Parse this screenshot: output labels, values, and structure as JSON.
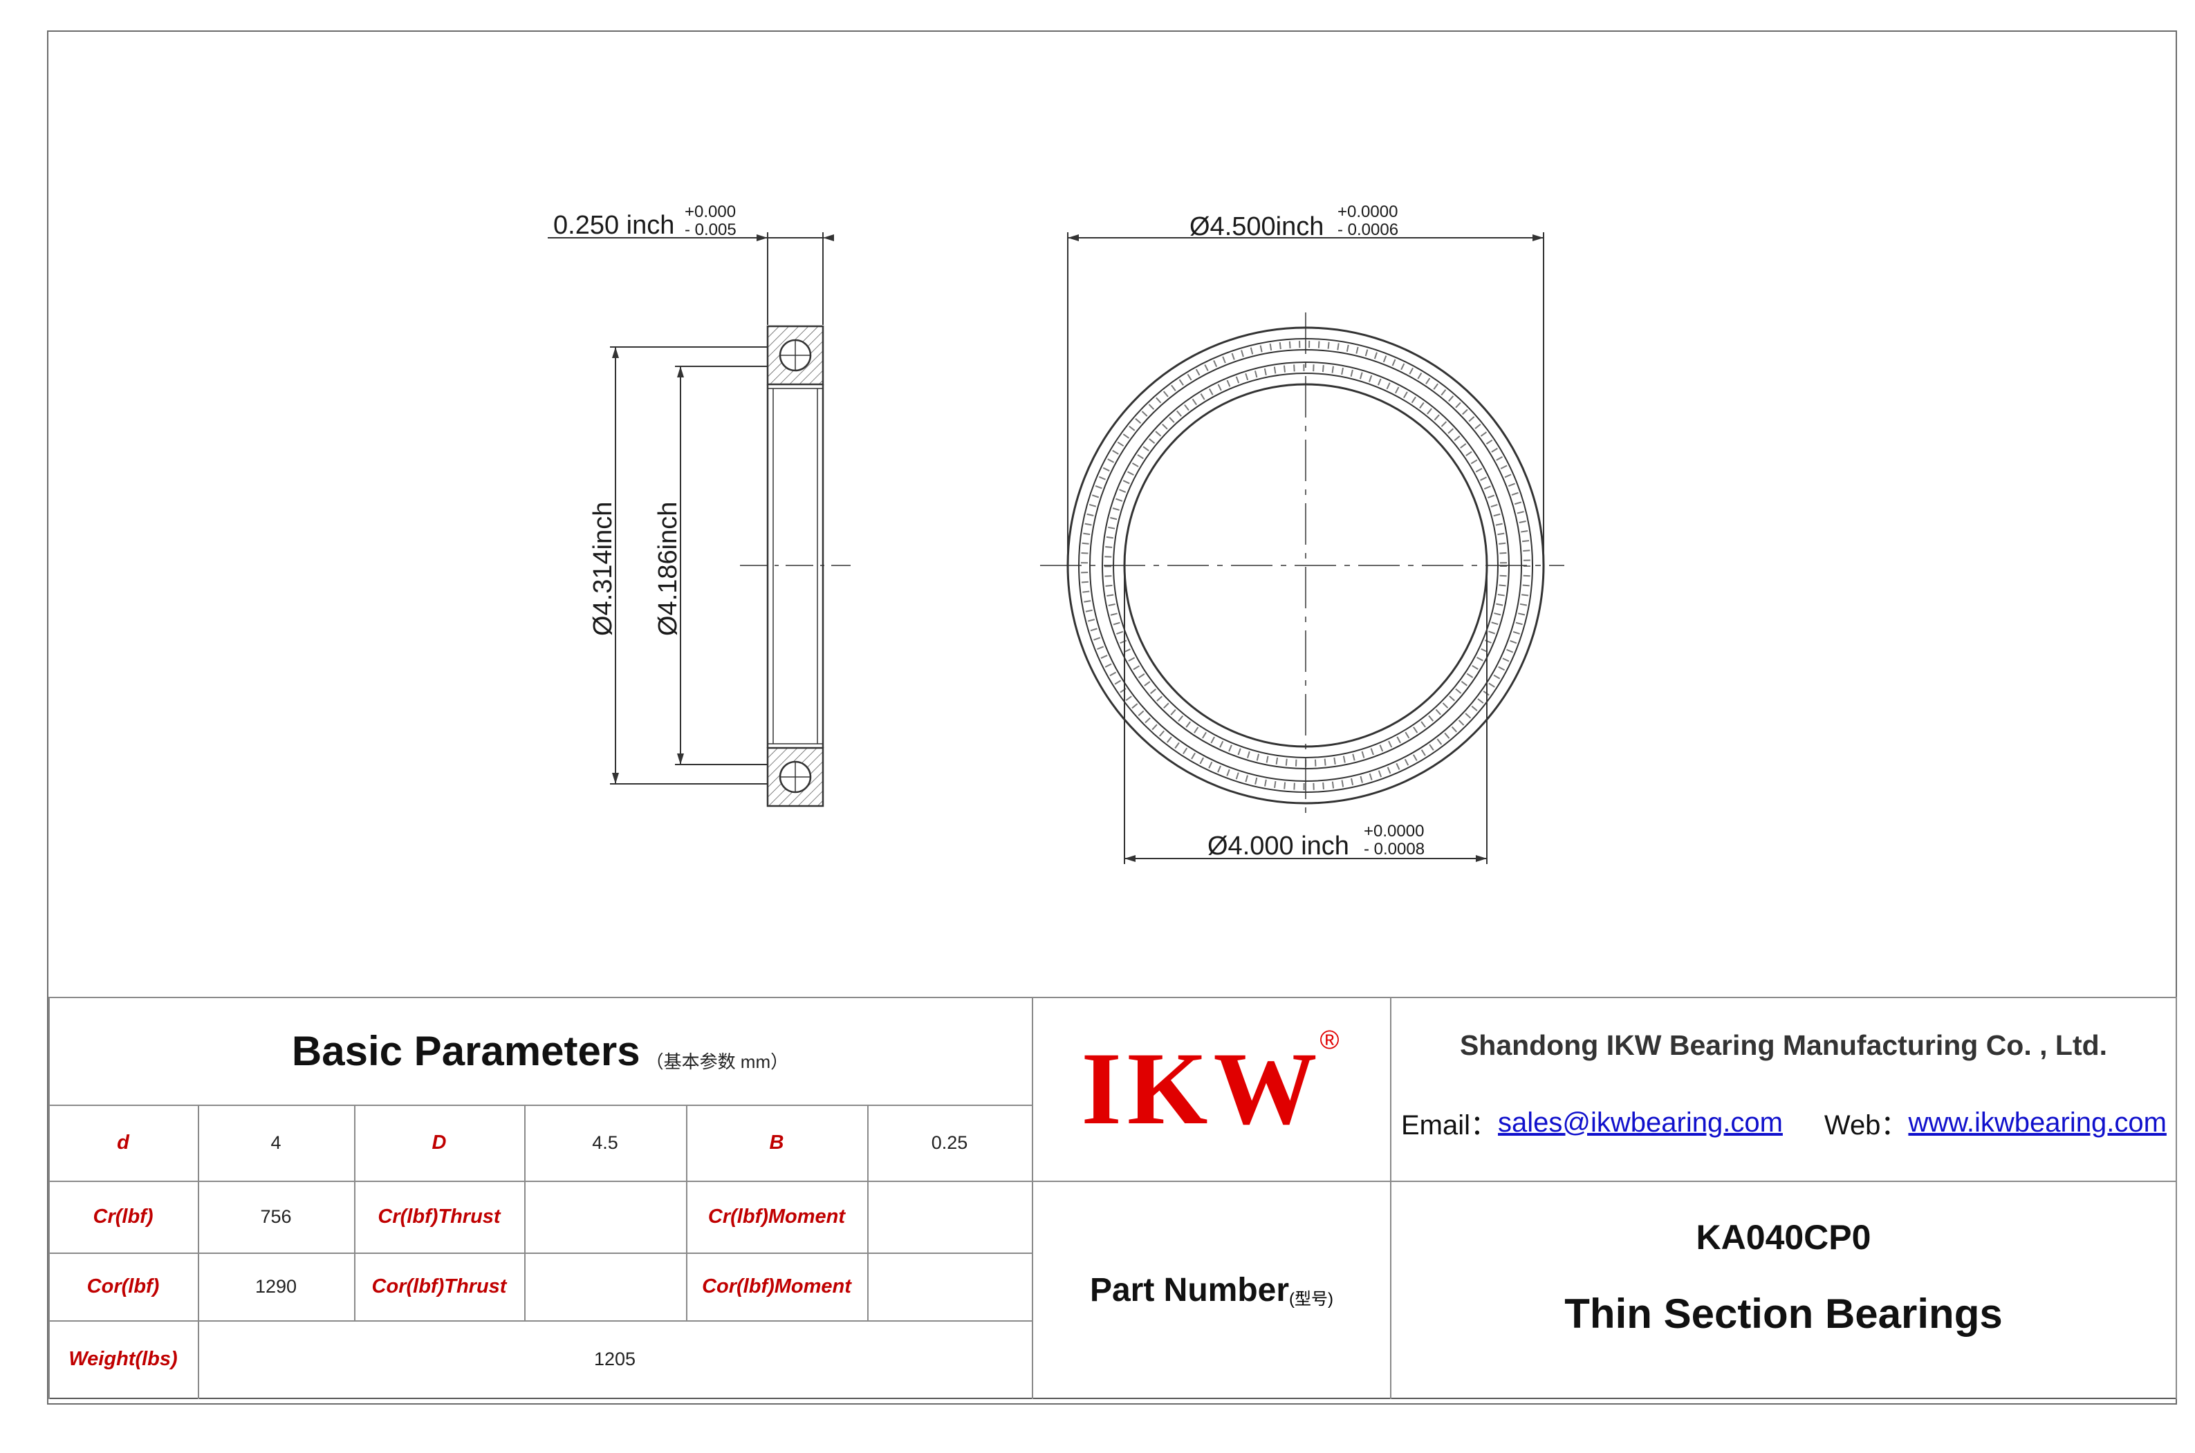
{
  "drawing": {
    "side_width": {
      "nominal": "0.250 inch",
      "tol_plus": "+0.000",
      "tol_minus": "- 0.005"
    },
    "outer_dia": {
      "nominal": "Ø4.500inch",
      "tol_plus": "+0.0000",
      "tol_minus": "- 0.0006"
    },
    "bore_dia": {
      "nominal": "Ø4.000 inch",
      "tol_plus": "+0.0000",
      "tol_minus": "- 0.0008"
    },
    "dim_a": "Ø4.314inch",
    "dim_b": "Ø4.186inch"
  },
  "params": {
    "title": "Basic Parameters",
    "title_sub": "（基本参数 mm）",
    "row1": {
      "d_label": "d",
      "d": "4",
      "D_label": "D",
      "D": "4.5",
      "B_label": "B",
      "B": "0.25"
    },
    "row2": {
      "l1": "Cr(lbf)",
      "v1": "756",
      "l2": "Cr(lbf)Thrust",
      "v2": "",
      "l3": "Cr(lbf)Moment",
      "v3": ""
    },
    "row3": {
      "l1": "Cor(lbf)",
      "v1": "1290",
      "l2": "Cor(lbf)Thrust",
      "v2": "",
      "l3": "Cor(lbf)Moment",
      "v3": ""
    },
    "row4": {
      "l1": "Weight(lbs)",
      "v1": "1205"
    }
  },
  "brand": {
    "logo": "IKW",
    "reg": "®",
    "color": "#e00000"
  },
  "company": {
    "name": "Shandong IKW Bearing Manufacturing Co. , Ltd.",
    "email_label": "Email：",
    "email": "sales@ikwbearing.com",
    "web_label": "Web：",
    "web": "www.ikwbearing.com"
  },
  "part": {
    "label": "Part Number",
    "label_sub": "(型号)",
    "number": "KA040CP0",
    "type": "Thin Section Bearings"
  }
}
